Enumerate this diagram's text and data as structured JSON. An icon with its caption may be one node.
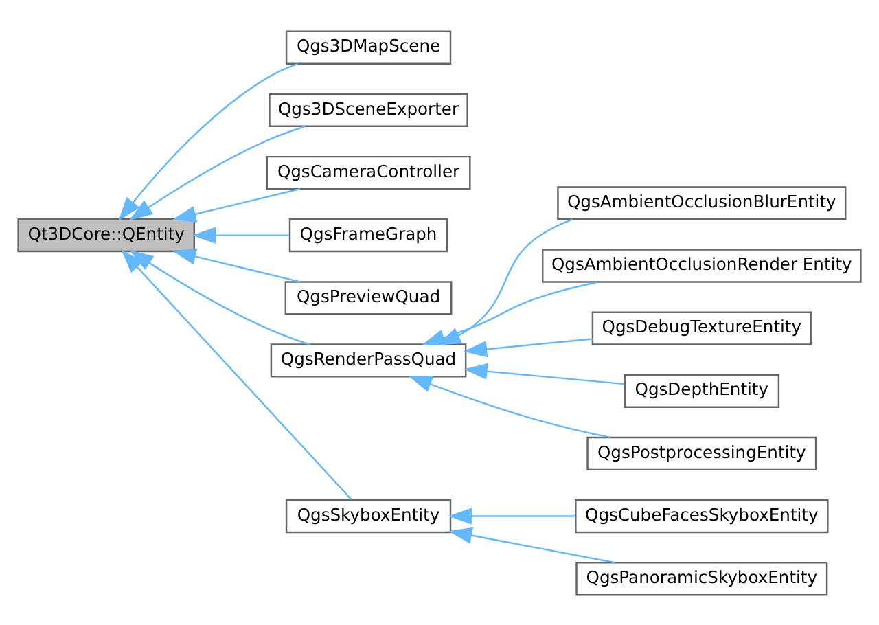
{
  "diagram": {
    "nodes": [
      {
        "text": [
          "Qt3DCore::QEntity"
        ]
      },
      {
        "text": [
          "Qgs3DMapScene"
        ]
      },
      {
        "text": [
          "Qgs3DSceneExporter"
        ]
      },
      {
        "text": [
          "QgsCameraController"
        ]
      },
      {
        "text": [
          "QgsFrameGraph"
        ]
      },
      {
        "text": [
          "QgsPreviewQuad"
        ]
      },
      {
        "text": [
          "QgsRenderPassQuad"
        ]
      },
      {
        "text": [
          "QgsAmbientOcclusionBlurEntity"
        ]
      },
      {
        "text": [
          "QgsAmbientOcclusionRender Entity"
        ]
      },
      {
        "text": [
          "QgsDebugTextureEntity"
        ]
      },
      {
        "text": [
          "QgsDepthEntity"
        ]
      },
      {
        "text": [
          "QgsPostprocessingEntity"
        ]
      },
      {
        "text": [
          "QgsSkyboxEntity"
        ]
      },
      {
        "text": [
          "QgsCubeFacesSkyboxEntity"
        ]
      },
      {
        "text": [
          "QgsPanoramicSkyboxEntity"
        ]
      }
    ],
    "edges": [
      {
        "from": 1,
        "to": 0,
        "arrow": "to"
      },
      {
        "from": 2,
        "to": 0,
        "arrow": "to"
      },
      {
        "from": 3,
        "to": 0,
        "arrow": "to"
      },
      {
        "from": 4,
        "to": 0,
        "arrow": "to"
      },
      {
        "from": 5,
        "to": 0,
        "arrow": "to"
      },
      {
        "from": 6,
        "to": 0,
        "arrow": "to"
      },
      {
        "from": 12,
        "to": 0,
        "arrow": "to"
      },
      {
        "from": 7,
        "to": 6,
        "arrow": "to"
      },
      {
        "from": 8,
        "to": 6,
        "arrow": "to"
      },
      {
        "from": 9,
        "to": 6,
        "arrow": "to"
      },
      {
        "from": 10,
        "to": 6,
        "arrow": "to"
      },
      {
        "from": 11,
        "to": 6,
        "arrow": "to"
      },
      {
        "from": 13,
        "to": 12,
        "arrow": "to"
      },
      {
        "from": 14,
        "to": 12,
        "arrow": "to"
      }
    ]
  }
}
